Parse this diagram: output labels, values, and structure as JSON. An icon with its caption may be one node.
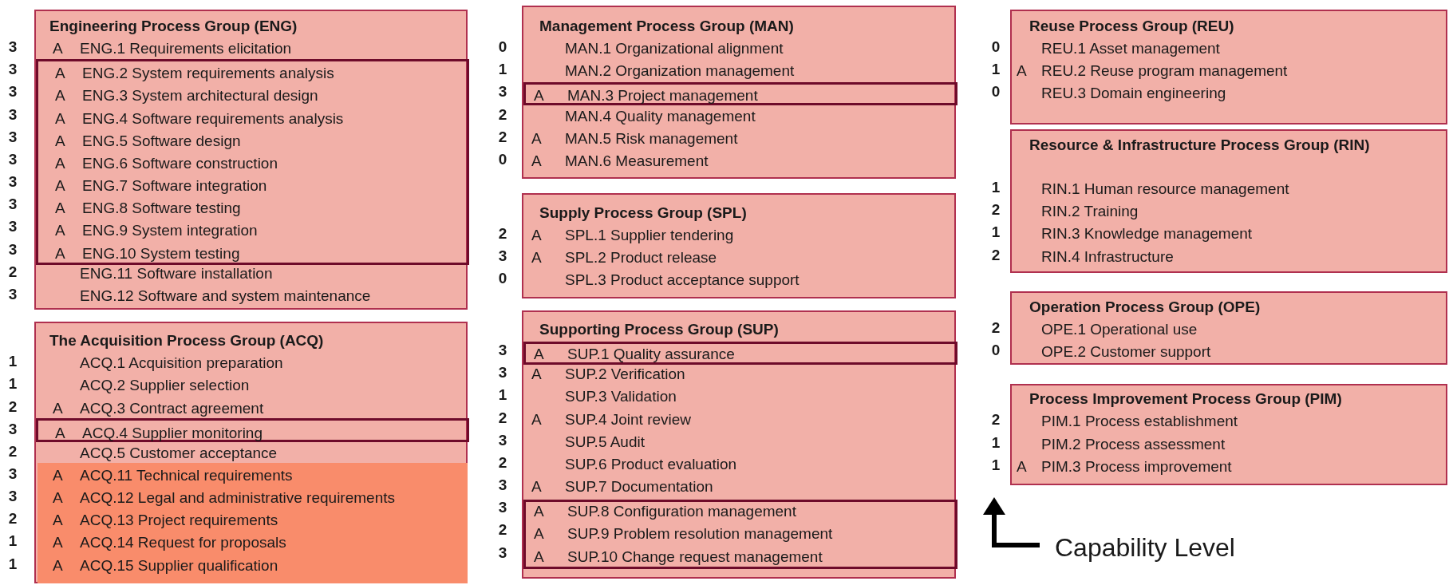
{
  "diagram": {
    "nodes": [
      {
        "text": [
          "Engineering Process Group (ENG)",
          "A",
          "ENG.1 Requirements elicitation",
          "ENG.11 Software installation",
          "ENG.12 Software and system maintenance"
        ],
        "beside": [
          "3",
          "2",
          "3"
        ]
      },
      {
        "text": [
          "A",
          "ENG.2 System requirements analysis",
          "A",
          "ENG.3 System architectural design",
          "A",
          "ENG.4 Software requirements analysis",
          "A",
          "ENG.5 Software design",
          "A",
          "ENG.6 Software construction",
          "A",
          "ENG.7 Software integration",
          "A",
          "ENG.8 Software testing",
          "A",
          "ENG.9 System integration",
          "A",
          "ENG.10 System testing"
        ],
        "in": 0,
        "beside": [
          "3",
          "3",
          "3",
          "3",
          "3",
          "3",
          "3",
          "3",
          "3"
        ]
      },
      {
        "text": [
          "The Acquisition Process Group (ACQ)",
          "ACQ.1 Acquisition preparation",
          "ACQ.2 Supplier selection",
          "A",
          "ACQ.3 Contract agreement",
          "ACQ.5 Customer acceptance"
        ],
        "beside": [
          "1",
          "1",
          "2",
          "2"
        ]
      },
      {
        "text": [
          "A",
          "ACQ.4 Supplier monitoring"
        ],
        "in": 2,
        "beside": [
          "3"
        ]
      },
      {
        "text": [
          "A",
          "ACQ.11 Technical requirements",
          "A",
          "ACQ.12 Legal and administrative requirements",
          "A",
          "ACQ.13 Project requirements",
          "A",
          "ACQ.14 Request for proposals",
          "A",
          "ACQ.15 Supplier qualification"
        ],
        "in": 2,
        "beside": [
          "3",
          "3",
          "2",
          "1",
          "1"
        ]
      },
      {
        "text": [
          "Management Process Group (MAN)",
          "MAN.1 Organizational alignment",
          "MAN.2 Organization management",
          "MAN.4 Quality management",
          "A",
          "MAN.5 Risk management",
          "A",
          "MAN.6 Measurement"
        ],
        "beside": [
          "0",
          "1",
          "2",
          "2",
          "0"
        ]
      },
      {
        "text": [
          "A",
          "MAN.3 Project management"
        ],
        "in": 5,
        "beside": [
          "3"
        ]
      },
      {
        "text": [
          "Supply Process Group (SPL)",
          "A",
          "SPL.1 Supplier tendering",
          "A",
          "SPL.2 Product release",
          "SPL.3 Product acceptance support"
        ],
        "beside": [
          "2",
          "3",
          "0"
        ]
      },
      {
        "text": [
          "Supporting Process Group (SUP)",
          "A",
          "SUP.2 Verification",
          "SUP.3 Validation",
          "A",
          "SUP.4 Joint review",
          "SUP.5 Audit",
          "SUP.6 Product evaluation",
          "A",
          "SUP.7 Documentation"
        ],
        "beside": [
          "3",
          "1",
          "2",
          "3",
          "2",
          "3"
        ]
      },
      {
        "text": [
          "A",
          "SUP.1 Quality assurance"
        ],
        "in": 8,
        "beside": [
          "3"
        ]
      },
      {
        "text": [
          "A",
          "SUP.8 Configuration management",
          "A",
          "SUP.9 Problem resolution management",
          "A",
          "SUP.10 Change request management"
        ],
        "in": 8,
        "beside": [
          "3",
          "2",
          "3"
        ]
      },
      {
        "text": [
          "Reuse Process Group (REU)",
          "REU.1 Asset management",
          "A",
          "REU.2 Reuse program management",
          "REU.3 Domain engineering"
        ],
        "beside": [
          "0",
          "1",
          "0"
        ]
      },
      {
        "text": [
          "Resource & Infrastructure Process Group (RIN)",
          "RIN.1 Human resource management",
          "RIN.2 Training",
          "RIN.3 Knowledge management",
          "RIN.4 Infrastructure"
        ],
        "beside": [
          "1",
          "2",
          "1",
          "2"
        ]
      },
      {
        "text": [
          "Operation Process Group (OPE)",
          "OPE.1 Operational use",
          "OPE.2 Customer support"
        ],
        "beside": [
          "2",
          "0"
        ]
      },
      {
        "text": [
          "Process Improvement Process Group (PIM)",
          "PIM.1 Process establishment",
          "PIM.2 Process assessment",
          "A",
          "PIM.3 Process improvement"
        ],
        "beside": [
          "2",
          "1",
          "1"
        ]
      }
    ],
    "labels": [
      "Capability Level"
    ]
  }
}
